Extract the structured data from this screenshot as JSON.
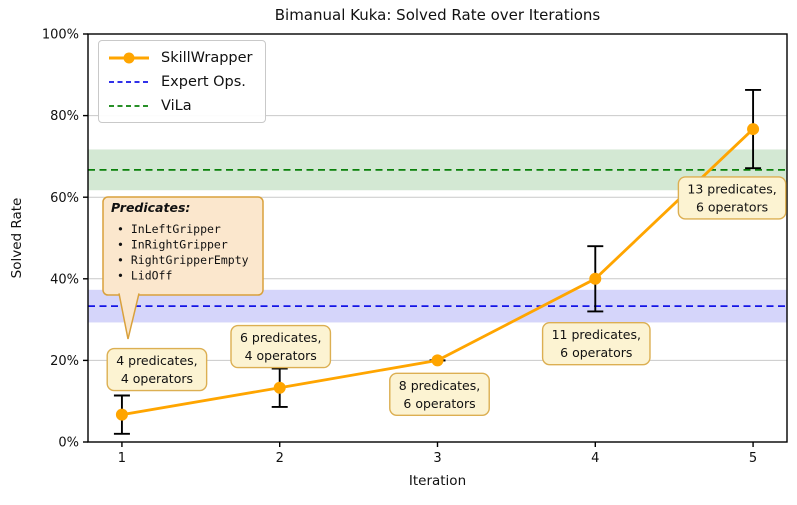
{
  "chart_data": {
    "type": "line",
    "title": "Bimanual Kuka: Solved Rate over Iterations",
    "xlabel": "Iteration",
    "ylabel": "Solved Rate",
    "x": [
      1,
      2,
      3,
      4,
      5
    ],
    "series": [
      {
        "key": "skillwrapper",
        "name": "SkillWrapper",
        "type": "line+marker",
        "color": "#FFA500",
        "values": [
          6.7,
          13.3,
          20.0,
          40.0,
          76.7
        ],
        "yerr": [
          4.7,
          4.7,
          0.0,
          8.0,
          9.6
        ]
      },
      {
        "key": "expert-ops",
        "name": "Expert Ops.",
        "type": "hline",
        "color": "#1414E6",
        "value": 33.3,
        "band_halfwidth": 4.0
      },
      {
        "key": "vila",
        "name": "ViLa",
        "type": "hline",
        "color": "#0A800A",
        "value": 66.7,
        "band_halfwidth": 5.0
      }
    ],
    "annotations": [
      {
        "x": 1,
        "y": 6.7,
        "lines": [
          "4 predicates,",
          "4 operators"
        ],
        "dx": 35,
        "dy": -45
      },
      {
        "x": 2,
        "y": 13.3,
        "lines": [
          "6 predicates,",
          "4 operators"
        ],
        "dx": 1,
        "dy": -41
      },
      {
        "x": 3,
        "y": 20.0,
        "lines": [
          "8 predicates,",
          "6 operators"
        ],
        "dx": 2,
        "dy": 34
      },
      {
        "x": 4,
        "y": 40.0,
        "lines": [
          "11 predicates,",
          "6 operators"
        ],
        "dx": 1,
        "dy": 65
      },
      {
        "x": 5,
        "y": 76.7,
        "lines": [
          "13 predicates,",
          "6 operators"
        ],
        "dx": -21,
        "dy": 69
      }
    ],
    "callout": {
      "title": "Predicates:",
      "items": [
        "InLeftGripper",
        "InRightGripper",
        "RightGripperEmpty",
        "LidOff"
      ]
    },
    "xlim": [
      0.785,
      5.215
    ],
    "ylim": [
      0,
      100
    ],
    "yticks": [
      0,
      20,
      40,
      60,
      80,
      100
    ],
    "ytick_labels": [
      "0%",
      "20%",
      "40%",
      "60%",
      "80%",
      "100%"
    ],
    "xticks": [
      1,
      2,
      3,
      4,
      5
    ],
    "xtick_labels": [
      "1",
      "2",
      "3",
      "4",
      "5"
    ],
    "grid": "horizontal",
    "legend_position": "upper-left"
  },
  "legend": {
    "items": [
      {
        "label": "SkillWrapper",
        "color": "#FFA500",
        "line": "solid",
        "marker": "circle"
      },
      {
        "label": "Expert Ops.",
        "color": "#1414E6",
        "line": "dashed",
        "marker": "none"
      },
      {
        "label": "ViLa",
        "color": "#0A800A",
        "line": "dashed",
        "marker": "none"
      }
    ]
  },
  "colors": {
    "accent_orange": "#FFA500",
    "expert_blue": "#1414E6",
    "vila_green": "#0A800A",
    "band_opacity": "0.18",
    "annotation_fill": "#FCF3D2",
    "annotation_border": "#DCAF52",
    "callout_fill": "#FBE7CD",
    "callout_border": "#D9A13C",
    "grid": "#C9C9C9",
    "error_bar": "#000000",
    "spine": "#000000",
    "text": "#1A1A1A"
  }
}
